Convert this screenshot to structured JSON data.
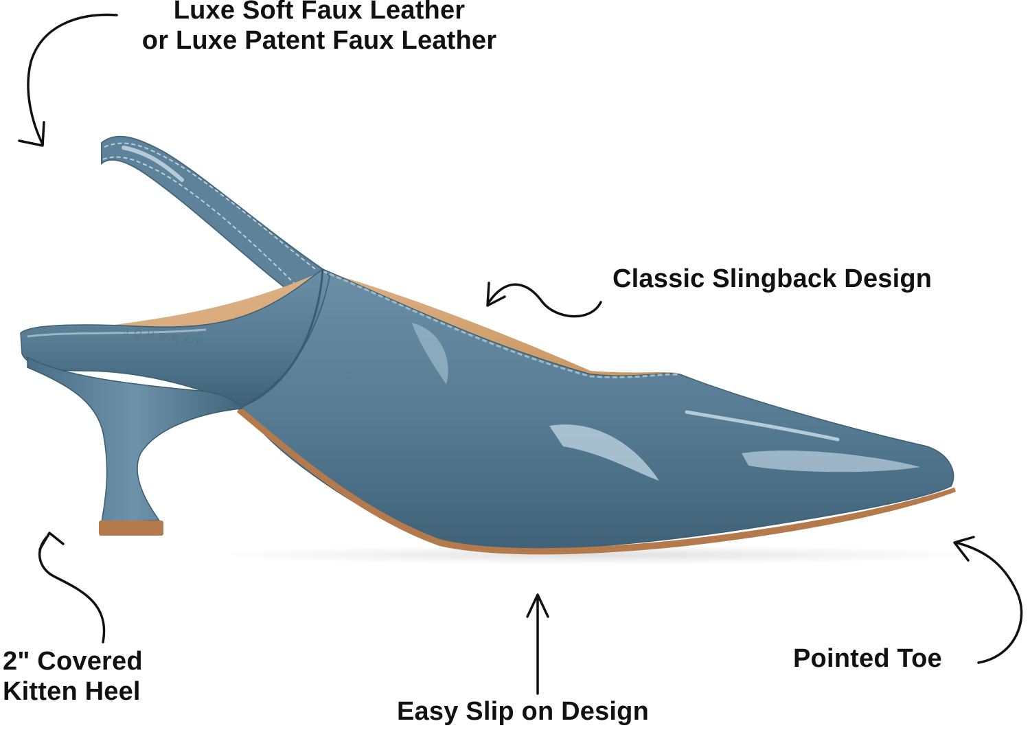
{
  "callouts": {
    "material": {
      "line1": "Luxe Soft Faux Leather",
      "line2": "or Luxe Patent Faux Leather"
    },
    "slingback": "Classic Slingback Design",
    "heel": {
      "line1": "2\" Covered",
      "line2": "Kitten Heel"
    },
    "toe": "Pointed Toe",
    "slip_on": "Easy Slip on Design"
  },
  "insole_brand_mark": "JOURNEE",
  "colors": {
    "shoe_body": "#5b7f96",
    "shoe_shadow": "#3f6278",
    "shoe_highlight": "#a9c2d2",
    "lining": "#d9ab80",
    "sole": "#b57a4c",
    "text": "#111111",
    "background": "#ffffff"
  }
}
